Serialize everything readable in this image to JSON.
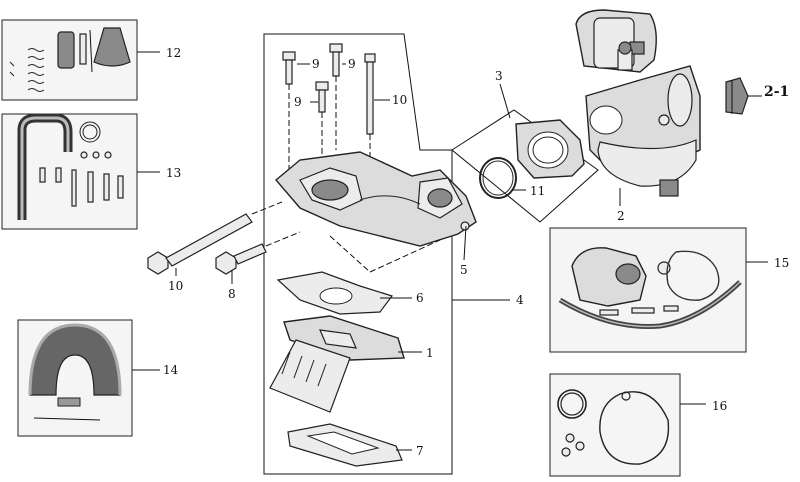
{
  "diagram": {
    "callouts": [
      {
        "id": "12",
        "text": "12"
      },
      {
        "id": "13",
        "text": "13"
      },
      {
        "id": "14",
        "text": "14"
      },
      {
        "id": "9a",
        "text": "9"
      },
      {
        "id": "9b",
        "text": "9"
      },
      {
        "id": "9c",
        "text": "9"
      },
      {
        "id": "10a",
        "text": "10"
      },
      {
        "id": "10b",
        "text": "10"
      },
      {
        "id": "8",
        "text": "8"
      },
      {
        "id": "3",
        "text": "3"
      },
      {
        "id": "11",
        "text": "11"
      },
      {
        "id": "2",
        "text": "2"
      },
      {
        "id": "2-1",
        "text": "2-1"
      },
      {
        "id": "5",
        "text": "5"
      },
      {
        "id": "4",
        "text": "4"
      },
      {
        "id": "6",
        "text": "6"
      },
      {
        "id": "1",
        "text": "1"
      },
      {
        "id": "7",
        "text": "7"
      },
      {
        "id": "15",
        "text": "15"
      },
      {
        "id": "16",
        "text": "16"
      }
    ]
  }
}
